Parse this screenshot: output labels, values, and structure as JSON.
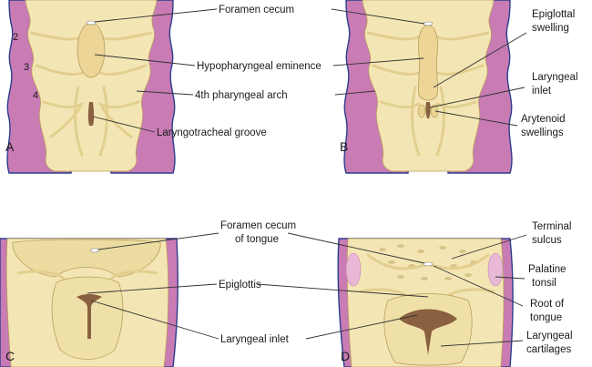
{
  "colors": {
    "arch_outer": "#c97bb4",
    "outline": "#2c3e8f",
    "tissue": "#f4e6b4",
    "tissue_dark": "#e2cf8e",
    "eminence": "#ecd596",
    "groove": "#8a6140",
    "tonsil": "#e8b8d6"
  },
  "panels": {
    "A": {
      "letter": "A",
      "arch_numbers": [
        "2",
        "3",
        "4"
      ],
      "labels": {
        "foramen_cecum": "Foramen cecum",
        "hypopharyngeal_eminence": "Hypopharyngeal eminence",
        "fourth_pharyngeal_arch": "4th pharyngeal arch",
        "laryngotracheal_groove": "Laryngotracheal groove"
      }
    },
    "B": {
      "letter": "B",
      "labels": {
        "epiglottal_swelling_1": "Epiglottal",
        "epiglottal_swelling_2": "swelling",
        "laryngeal_inlet_1": "Laryngeal",
        "laryngeal_inlet_2": "inlet",
        "arytenoid_swellings_1": "Arytenoid",
        "arytenoid_swellings_2": "swellings"
      }
    },
    "C": {
      "letter": "C",
      "labels": {
        "foramen_cecum_tongue_1": "Foramen cecum",
        "foramen_cecum_tongue_2": "of tongue",
        "epiglottis": "Epiglottis",
        "laryngeal_inlet": "Laryngeal inlet"
      }
    },
    "D": {
      "letter": "D",
      "labels": {
        "terminal_sulcus_1": "Terminal",
        "terminal_sulcus_2": "sulcus",
        "palatine_tonsil_1": "Palatine",
        "palatine_tonsil_2": "tonsil",
        "root_of_tongue_1": "Root of",
        "root_of_tongue_2": "tongue",
        "laryngeal_cartilages_1": "Laryngeal",
        "laryngeal_cartilages_2": "cartilages"
      }
    }
  }
}
